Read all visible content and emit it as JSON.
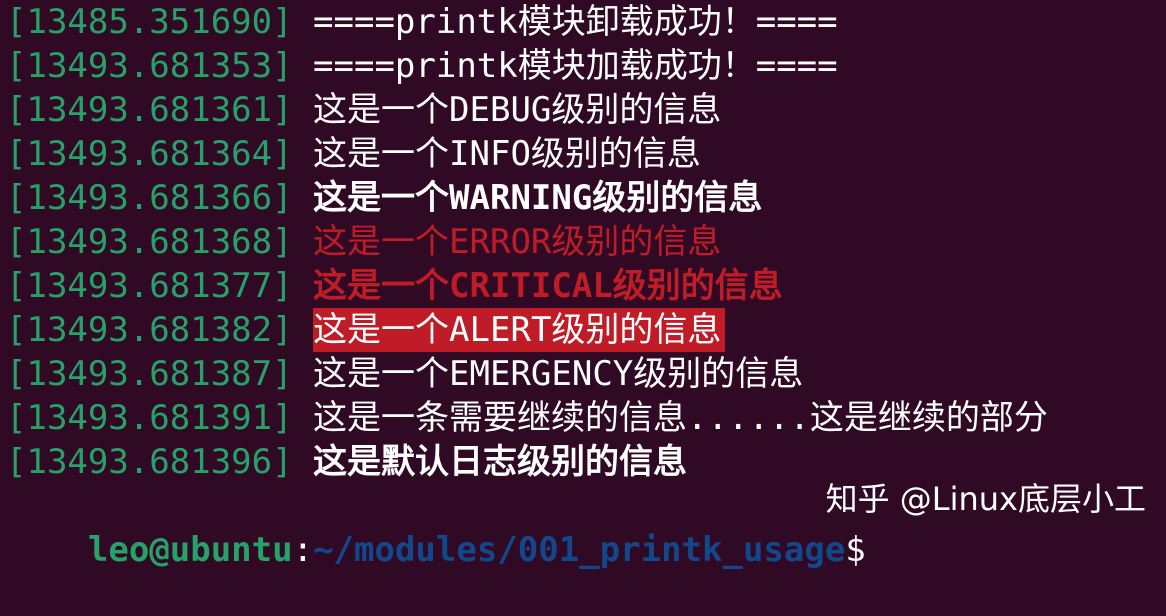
{
  "terminal": {
    "lines": [
      {
        "timestamp": "[13485.351690]",
        "text": " ====printk模块卸载成功！====",
        "style": "normal"
      },
      {
        "timestamp": "[13493.681353]",
        "text": " ====printk模块加载成功！====",
        "style": "normal"
      },
      {
        "timestamp": "[13493.681361]",
        "text": " 这是一个DEBUG级别的信息",
        "style": "normal"
      },
      {
        "timestamp": "[13493.681364]",
        "text": " 这是一个INFO级别的信息",
        "style": "normal"
      },
      {
        "timestamp": "[13493.681366]",
        "text": " 这是一个WARNING级别的信息",
        "style": "bold"
      },
      {
        "timestamp": "[13493.681368]",
        "text": " 这是一个ERROR级别的信息",
        "style": "red"
      },
      {
        "timestamp": "[13493.681377]",
        "text": " 这是一个CRITICAL级别的信息",
        "style": "red-bold"
      },
      {
        "timestamp": "[13493.681382]",
        "text": "这是一个ALERT级别的信息",
        "style": "alert"
      },
      {
        "timestamp": "[13493.681387]",
        "text": " 这是一个EMERGENCY级别的信息",
        "style": "normal"
      },
      {
        "timestamp": "[13493.681391]",
        "text": " 这是一条需要继续的信息......这是继续的部分",
        "style": "normal"
      },
      {
        "timestamp": "[13493.681396]",
        "text": " 这是默认日志级别的信息",
        "style": "bold"
      }
    ],
    "prompt": {
      "user_host": "leo@ubuntu",
      "separator": ":",
      "path": "~/modules/001_printk_usage",
      "symbol": "$"
    }
  },
  "watermark": "知乎 @Linux底层小工",
  "colors": {
    "background": "#300a24",
    "timestamp": "#26a269",
    "error": "#c01c28",
    "path": "#12488b",
    "text": "#ffffff"
  }
}
